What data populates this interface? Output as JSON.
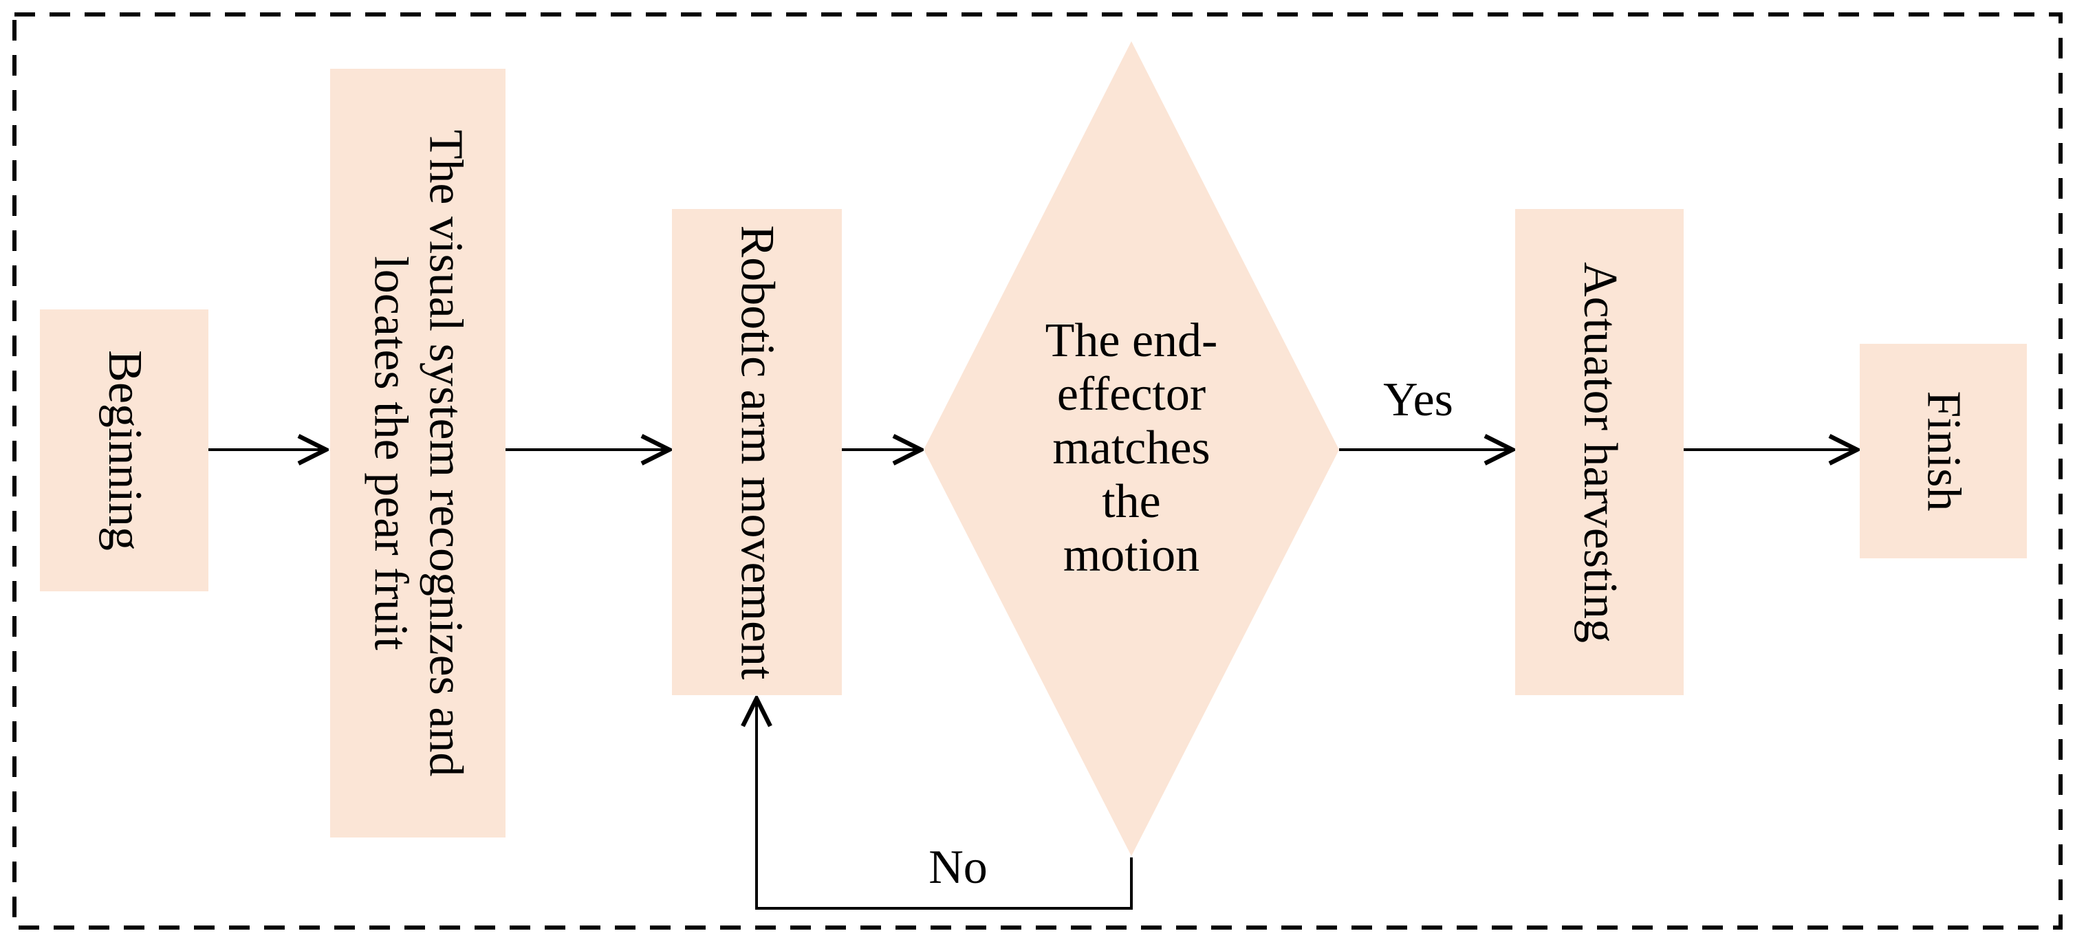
{
  "colors": {
    "node_fill": "#fbe5d6",
    "line": "#000000",
    "text": "#000000",
    "background": "#ffffff"
  },
  "nodes": {
    "beginning": {
      "label": "Beginning",
      "type": "process"
    },
    "visual": {
      "label": "The visual system recognizes and locates the pear fruit",
      "lines": [
        "The visual system recognizes and",
        "locates the pear fruit"
      ],
      "type": "process"
    },
    "robotic": {
      "label": "Robotic arm movement",
      "type": "process"
    },
    "decision": {
      "label": "The end-effector matches the motion",
      "lines": [
        "The end-",
        "effector",
        "matches",
        "the",
        "motion"
      ],
      "type": "decision"
    },
    "actuator": {
      "label": "Actuator harvesting",
      "type": "process"
    },
    "finish": {
      "label": "Finish",
      "type": "process"
    }
  },
  "edges": {
    "yes_label": "Yes",
    "no_label": "No",
    "connections": [
      {
        "from": "beginning",
        "to": "visual",
        "label": ""
      },
      {
        "from": "visual",
        "to": "robotic",
        "label": ""
      },
      {
        "from": "robotic",
        "to": "decision",
        "label": ""
      },
      {
        "from": "decision",
        "to": "actuator",
        "label": "Yes"
      },
      {
        "from": "decision",
        "to": "robotic",
        "label": "No"
      },
      {
        "from": "actuator",
        "to": "finish",
        "label": ""
      }
    ]
  }
}
